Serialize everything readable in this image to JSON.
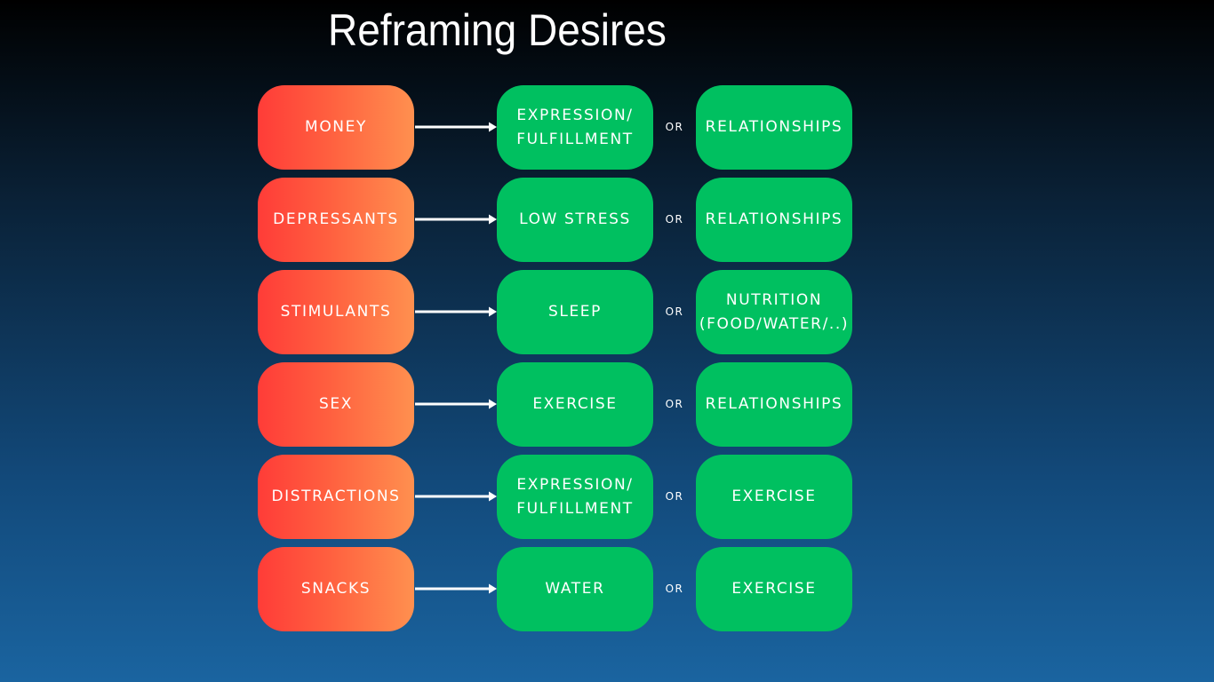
{
  "title": "Reframing Desires",
  "connector_label": "OR",
  "colors": {
    "source_gradient_start": "#ff3c38",
    "source_gradient_end": "#ff904f",
    "replacement": "#00c060",
    "arrow": "#ffffff"
  },
  "rows": [
    {
      "desire": "MONEY",
      "replacement": "EXPRESSION/\nFULFILLMENT",
      "connector": "OR",
      "alternative": "RELATIONSHIPS"
    },
    {
      "desire": "DEPRESSANTS",
      "replacement": "LOW STRESS",
      "connector": "OR",
      "alternative": "RELATIONSHIPS"
    },
    {
      "desire": "STIMULANTS",
      "replacement": "SLEEP",
      "connector": "OR",
      "alternative": "NUTRITION\n(FOOD/WATER/..)"
    },
    {
      "desire": "SEX",
      "replacement": "EXERCISE",
      "connector": "OR",
      "alternative": "RELATIONSHIPS"
    },
    {
      "desire": "DISTRACTIONS",
      "replacement": "EXPRESSION/\nFULFILLMENT",
      "connector": "OR",
      "alternative": "EXERCISE"
    },
    {
      "desire": "SNACKS",
      "replacement": "WATER",
      "connector": "OR",
      "alternative": "EXERCISE"
    }
  ]
}
